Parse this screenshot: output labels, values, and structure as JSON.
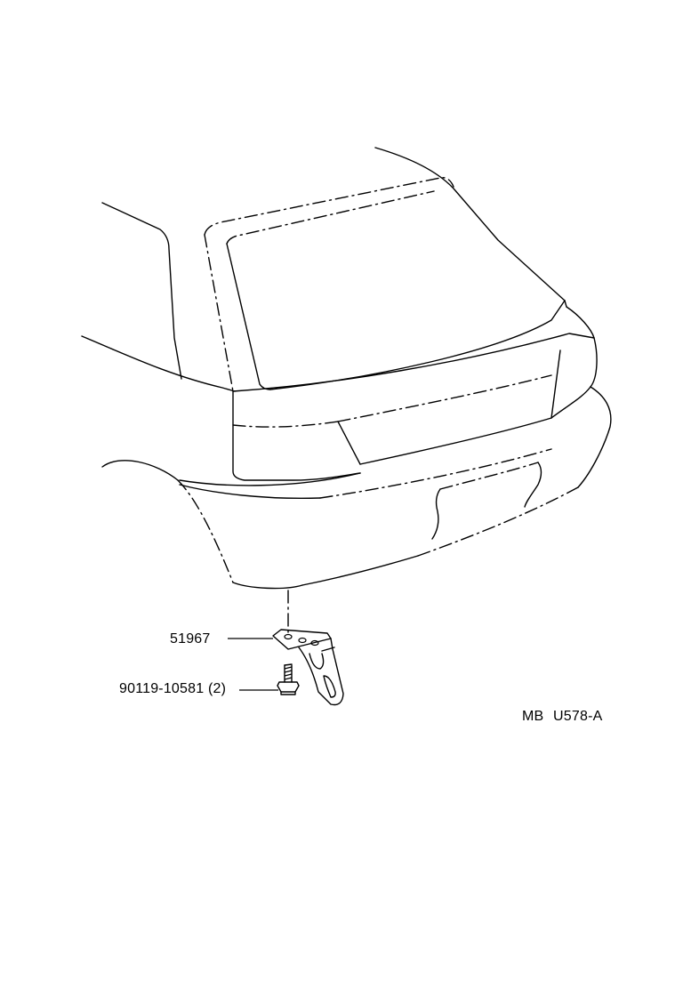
{
  "diagram": {
    "callouts": [
      {
        "part_number": "51967"
      },
      {
        "part_number": "90119-10581",
        "quantity": "(2)"
      }
    ],
    "drawing_code": "MB  U578-A"
  }
}
